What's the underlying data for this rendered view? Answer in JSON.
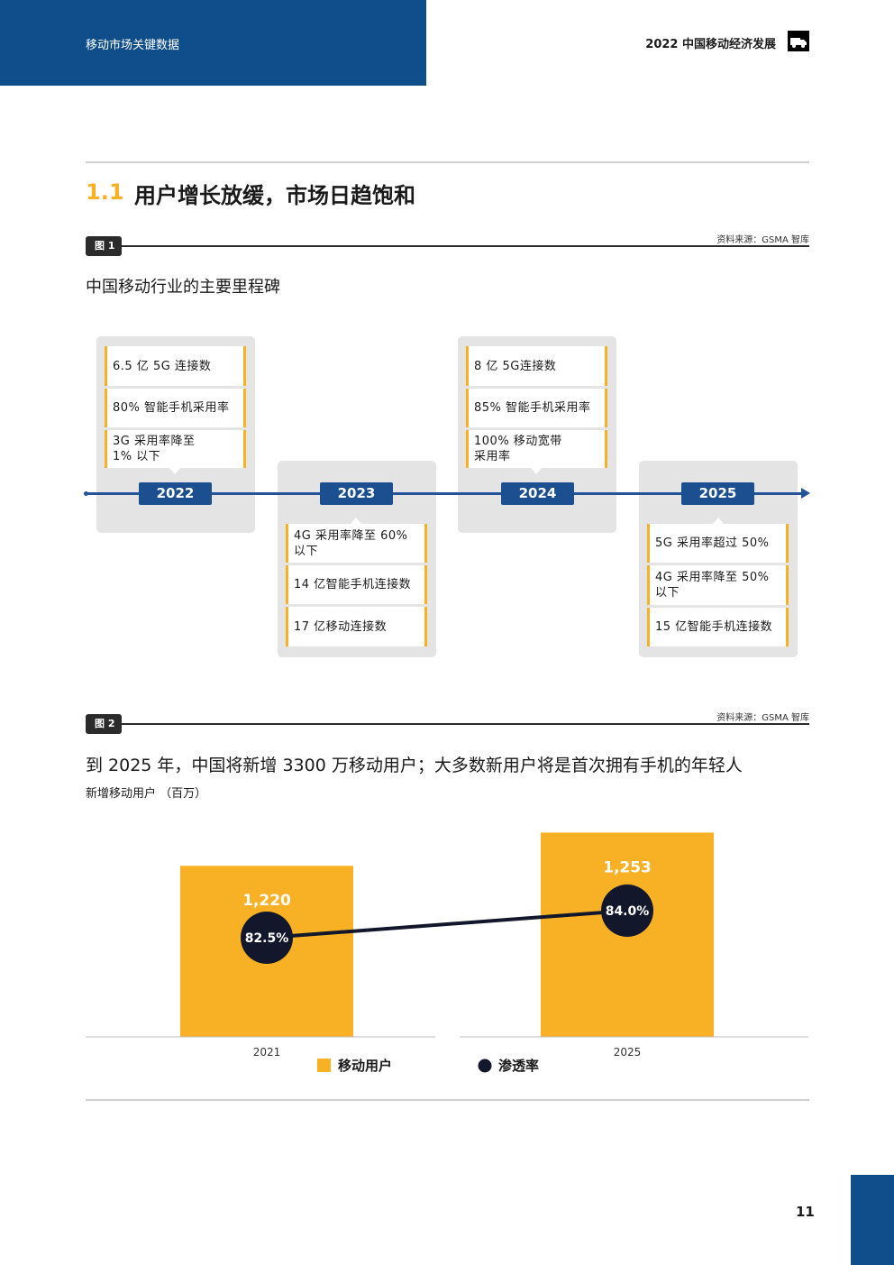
{
  "header": {
    "left_label": "移动市场关键数据",
    "right_label": "2022 中国移动经济发展",
    "icon": "truck-icon"
  },
  "section": {
    "number": "1.1",
    "title": "用户增长放缓，市场日趋饱和"
  },
  "figure1": {
    "tag": "图 1",
    "source": "资料来源：GSMA 智库",
    "title": "中国移动行业的主要里程碑",
    "milestones": [
      {
        "year": "2022",
        "items": [
          "6.5 亿 5G 连接数",
          "80% 智能手机采用率",
          "3G 采用率降至\n1% 以下"
        ]
      },
      {
        "year": "2023",
        "items": [
          "4G 采用率降至 60%\n以下",
          "14 亿智能手机连接数",
          "17 亿移动连接数"
        ]
      },
      {
        "year": "2024",
        "items": [
          "8 亿 5G连接数",
          "85% 智能手机采用率",
          "100% 移动宽带\n采用率"
        ]
      },
      {
        "year": "2025",
        "items": [
          "5G 采用率超过 50%",
          "4G 采用率降至 50%\n以下",
          "15 亿智能手机连接数"
        ]
      }
    ]
  },
  "figure2": {
    "tag": "图 2",
    "source": "资料来源：GSMA 智库",
    "title": "到 2025 年，中国将新增 3300 万移动用户；大多数新用户将是首次拥有手机的年轻人",
    "subtitle": "新增移动用户 （百万）"
  },
  "chart_data": {
    "type": "bar",
    "categories": [
      "2021",
      "2025"
    ],
    "series": [
      {
        "name": "移动用户",
        "kind": "bar",
        "values": [
          1220,
          1253
        ],
        "labels": [
          "1,220",
          "1,253"
        ]
      },
      {
        "name": "渗透率",
        "kind": "line",
        "values": [
          82.5,
          84.0
        ],
        "labels": [
          "82.5%",
          "84.0%"
        ]
      }
    ],
    "colors": {
      "bar": "#f8b124",
      "line": "#12172b"
    },
    "legend_position": "bottom",
    "grid": false
  },
  "footer": {
    "page_number": "11"
  }
}
